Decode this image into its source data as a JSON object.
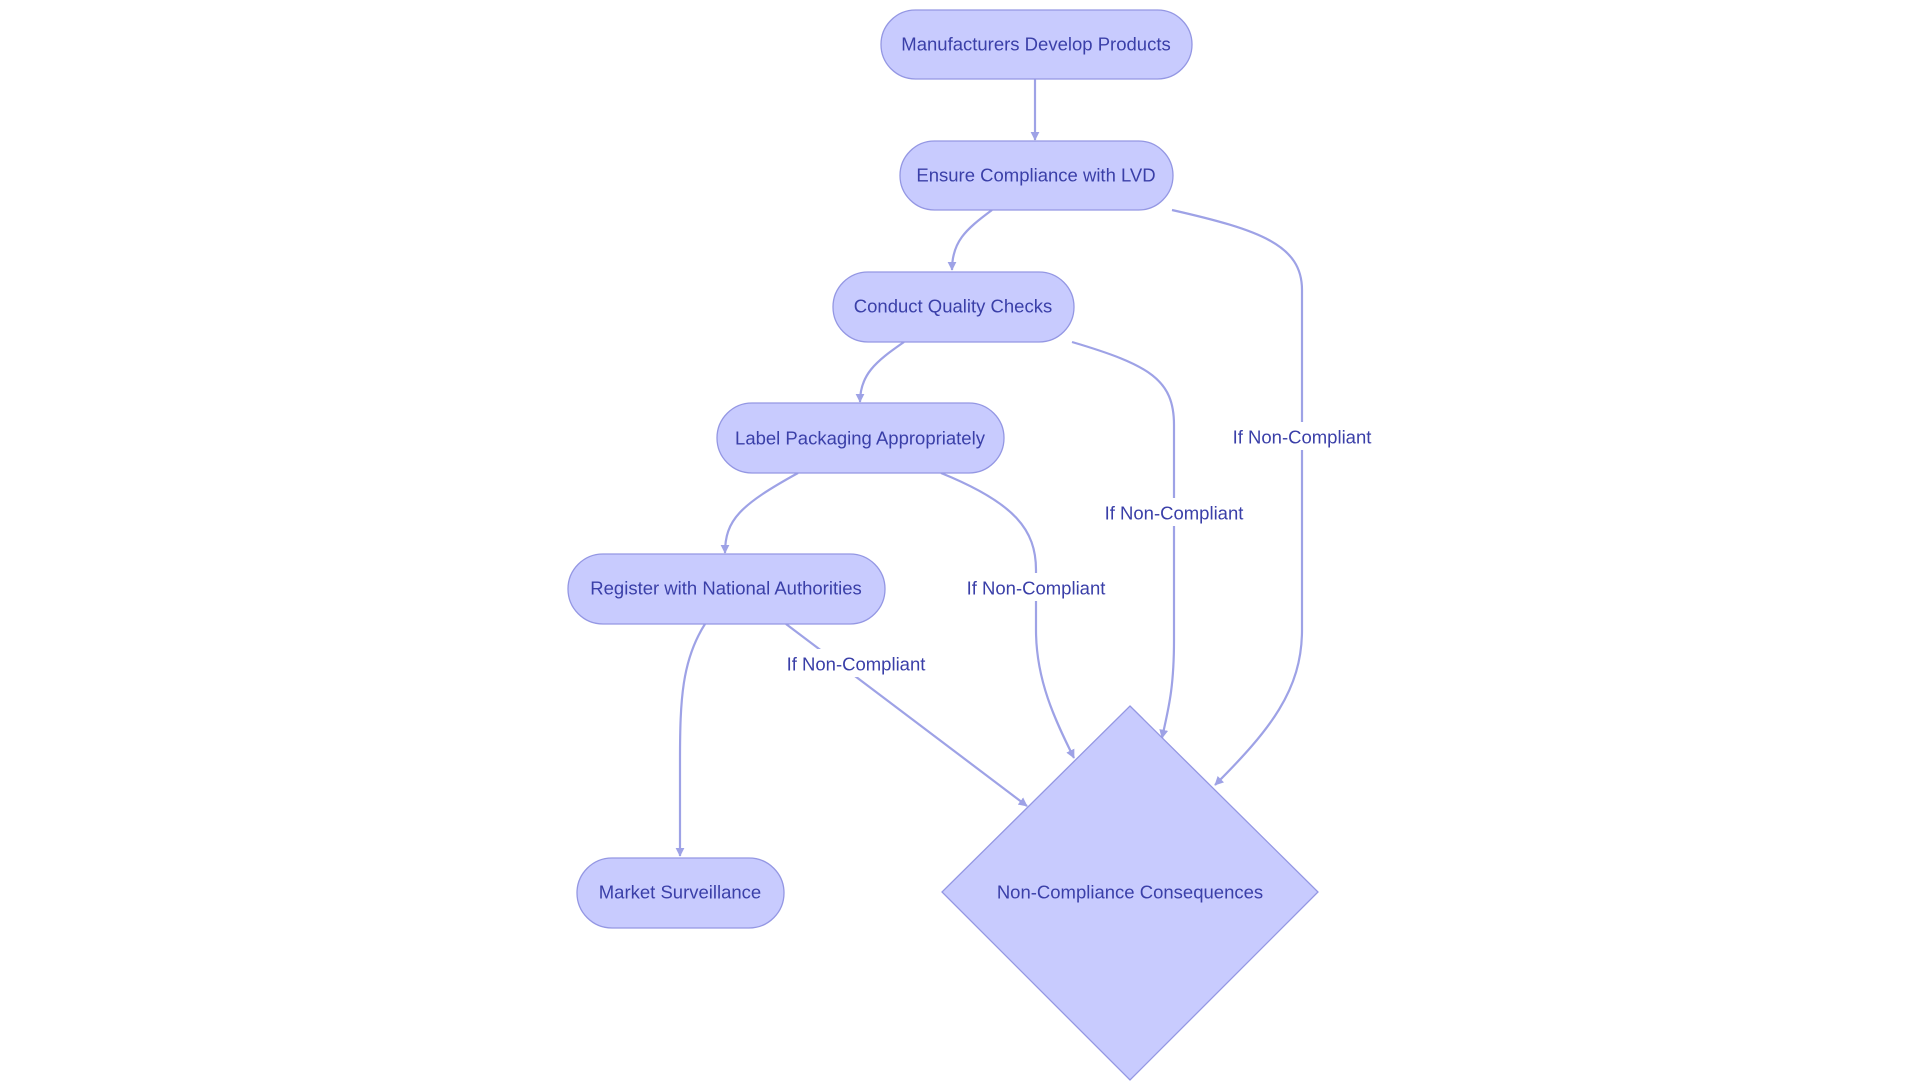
{
  "colors": {
    "node_fill": "#c8cbfe",
    "node_stroke": "#9497e3",
    "edge": "#9ea2e6",
    "text": "#3a3fa8",
    "background": "#ffffff"
  },
  "nodes": {
    "manufacturers": {
      "label": "Manufacturers Develop Products",
      "shape": "stadium"
    },
    "ensure": {
      "label": "Ensure Compliance with LVD",
      "shape": "stadium"
    },
    "quality": {
      "label": "Conduct Quality Checks",
      "shape": "stadium"
    },
    "label_pkg": {
      "label": "Label Packaging Appropriately",
      "shape": "stadium"
    },
    "register": {
      "label": "Register with National Authorities",
      "shape": "stadium"
    },
    "market": {
      "label": "Market Surveillance",
      "shape": "stadium"
    },
    "consequences": {
      "label": "Non-Compliance Consequences",
      "shape": "diamond"
    }
  },
  "edges": {
    "e1": {
      "from": "manufacturers",
      "to": "ensure",
      "label": ""
    },
    "e2": {
      "from": "ensure",
      "to": "quality",
      "label": ""
    },
    "e3": {
      "from": "ensure",
      "to": "consequences",
      "label": "If Non-Compliant"
    },
    "e4": {
      "from": "quality",
      "to": "label_pkg",
      "label": ""
    },
    "e5": {
      "from": "quality",
      "to": "consequences",
      "label": "If Non-Compliant"
    },
    "e6": {
      "from": "label_pkg",
      "to": "register",
      "label": ""
    },
    "e7": {
      "from": "label_pkg",
      "to": "consequences",
      "label": "If Non-Compliant"
    },
    "e8": {
      "from": "register",
      "to": "market",
      "label": ""
    },
    "e9": {
      "from": "register",
      "to": "consequences",
      "label": "If Non-Compliant"
    }
  }
}
